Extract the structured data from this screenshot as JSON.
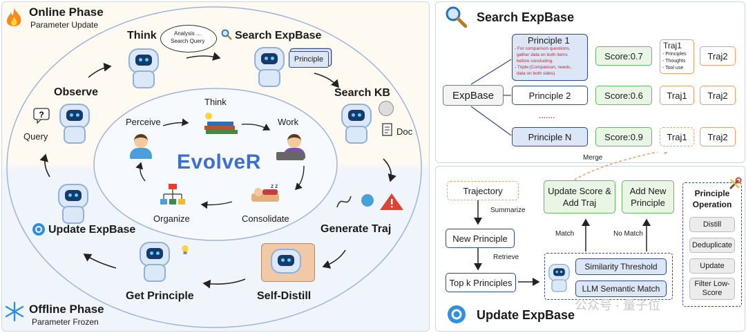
{
  "left": {
    "online_phase": {
      "title": "Online Phase",
      "subtitle": "Parameter Update"
    },
    "offline_phase": {
      "title": "Offline Phase",
      "subtitle": "Parameter Frozen"
    },
    "outer": {
      "think": "Think",
      "thought_bubble": [
        "Analysis ...",
        "Search Query"
      ],
      "search_expbase": "Search ExpBase",
      "principle_tag": "Principle",
      "search_kb": "Search KB",
      "doc": "Doc",
      "generate_traj": "Generate Traj",
      "self_distill": "Self-Distill",
      "get_principle": "Get Principle",
      "update_expbase": "Update ExpBase",
      "query": "Query",
      "observe": "Observe"
    },
    "inner": {
      "think": "Think",
      "perceive": "Perceive",
      "work": "Work",
      "consolidate": "Consolidate",
      "organize": "Organize",
      "center": "EvolveR"
    }
  },
  "right": {
    "search_title": "Search ExpBase",
    "expbase": "ExpBase",
    "principle1": {
      "title": "Principle 1",
      "lines": [
        "- For comparison questions,",
        "gather data on both items",
        "before concluding.",
        "- Triple:(Comparison, needs,",
        "data on both sides)"
      ]
    },
    "traj1_detail": {
      "title": "Traj1",
      "items": [
        "- Principles",
        "- Thoughts",
        "- Tool use"
      ]
    },
    "rows": [
      {
        "principle": "Principle 2",
        "score": "Score:0.6",
        "traj1": "Traj1",
        "traj2": "Traj2"
      },
      {
        "principle": "Principle N",
        "score": "Score:0.9",
        "traj1": "Traj1",
        "traj2": "Traj2"
      }
    ],
    "row1": {
      "score": "Score:0.7",
      "traj2": "Traj2"
    },
    "ellipsis": ".......",
    "merge": "Merge",
    "update_title": "Update ExpBase",
    "trajectory": "Trajectory",
    "summarize": "Summarize",
    "new_principle": "New Principle",
    "retrieve": "Retrieve",
    "topk": "Top k Principles",
    "similarity": "Similarity Threshold",
    "llm_match": "LLM Semantic Match",
    "match": "Match",
    "no_match": "No Match",
    "update_score": "Update Score & Add Traj",
    "add_new": "Add New Principle",
    "ops": {
      "title": "Principle Operation",
      "items": [
        "Distill",
        "Deduplicate",
        "Update",
        "Filter Low-Score"
      ]
    },
    "watermark": "公众号 · 量子位"
  },
  "colors": {
    "navy": "#2c4a86",
    "green": "#6bb36b",
    "orange": "#e6a06b",
    "center_text": "#3d6fd1"
  }
}
